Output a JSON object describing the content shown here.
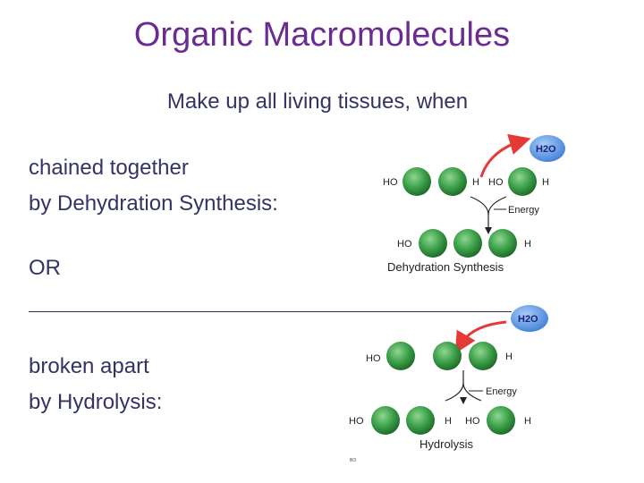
{
  "slide": {
    "title": "Organic Macromolecules",
    "subtitle": "Make up all living tissues, when",
    "dehydration_text": [
      "chained together",
      "by Dehydration Synthesis:"
    ],
    "or_text": "OR",
    "hydrolysis_text": [
      "broken apart",
      "by Hydrolysis:"
    ]
  },
  "dehydration_diagram": {
    "water_label": "H2O",
    "energy_label": "Energy",
    "ho_label": "HO",
    "h_label": "H",
    "caption": "Dehydration Synthesis"
  },
  "hydrolysis_diagram": {
    "water_label": "H2O",
    "energy_label": "Energy",
    "ho_label": "HO",
    "h_label": "H",
    "caption": "Hydrolysis",
    "credit_mark": "BO"
  },
  "colors": {
    "title": "#6a2c91",
    "text": "#333366",
    "monomer": "#3fa34d",
    "arrow": "#e53935",
    "water_blob": "#4f8fe0"
  }
}
